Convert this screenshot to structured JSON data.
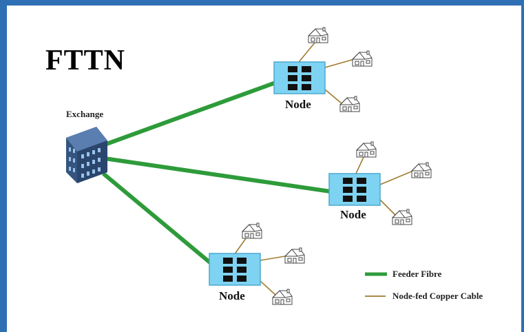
{
  "title": "FTTN",
  "exchange": {
    "label": "Exchange"
  },
  "nodes": [
    {
      "label": "Node"
    },
    {
      "label": "Node"
    },
    {
      "label": "Node"
    }
  ],
  "legend": {
    "feeder_label": "Feeder Fibre",
    "copper_label": "Node-fed Copper Cable"
  },
  "colors": {
    "frame": "#2f6fb3",
    "feeder_fibre": "#2e9b3a",
    "copper_cable": "#a07a2e",
    "node_fill": "#7fd3f2",
    "node_ports": "#111111",
    "building": "#3f5f8f"
  },
  "icons": {
    "building": "office-building-icon",
    "node": "street-cabinet-icon",
    "house": "house-icon"
  }
}
